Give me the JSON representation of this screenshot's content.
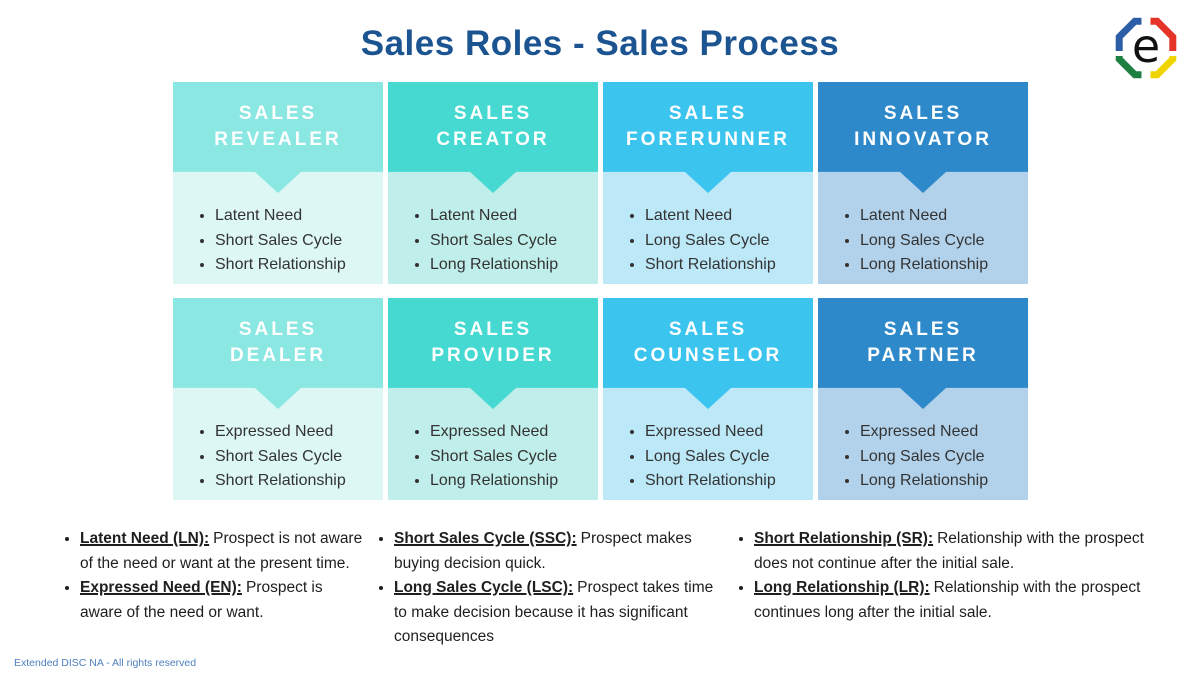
{
  "title": "Sales Roles - Sales Process",
  "logo": {
    "letter": "e",
    "colors": {
      "blue": "#2B5EA7",
      "red": "#E53328",
      "green": "#1E8040",
      "yellow": "#F0D400"
    }
  },
  "colors": {
    "title_text": "#1B5490",
    "card_header_text": "#FFFFFF",
    "card_bullet_text": "#333333",
    "definition_text": "#1E1E1E",
    "footer_text": "#4E81BE"
  },
  "cards": [
    {
      "line1": "SALES",
      "line2": "REVEALER",
      "header_color": "#8BE7E2",
      "body_color": "#DCF7F4",
      "bullets": [
        "Latent Need",
        "Short Sales Cycle",
        "Short Relationship"
      ]
    },
    {
      "line1": "SALES",
      "line2": "CREATOR",
      "header_color": "#45D9D1",
      "body_color": "#C0EFEB",
      "bullets": [
        "Latent Need",
        "Short Sales Cycle",
        "Long Relationship"
      ]
    },
    {
      "line1": "SALES",
      "line2": "FORERUNNER",
      "header_color": "#3AC4EE",
      "body_color": "#BDE8F8",
      "bullets": [
        "Latent Need",
        "Long Sales Cycle",
        "Short Relationship"
      ]
    },
    {
      "line1": "SALES",
      "line2": "INNOVATOR",
      "header_color": "#2E89CA",
      "body_color": "#B2D2EC",
      "bullets": [
        "Latent Need",
        "Long Sales Cycle",
        "Long Relationship"
      ]
    },
    {
      "line1": "SALES",
      "line2": "DEALER",
      "header_color": "#8BE7E2",
      "body_color": "#DCF7F4",
      "bullets": [
        "Expressed Need",
        "Short Sales Cycle",
        "Short Relationship"
      ]
    },
    {
      "line1": "SALES",
      "line2": "PROVIDER",
      "header_color": "#45D9D1",
      "body_color": "#C0EFEB",
      "bullets": [
        "Expressed Need",
        "Short Sales Cycle",
        "Long Relationship"
      ]
    },
    {
      "line1": "SALES",
      "line2": "COUNSELOR",
      "header_color": "#3AC4EE",
      "body_color": "#BDE8F8",
      "bullets": [
        "Expressed Need",
        "Long Sales Cycle",
        "Short Relationship"
      ]
    },
    {
      "line1": "SALES",
      "line2": "PARTNER",
      "header_color": "#2E89CA",
      "body_color": "#B2D2EC",
      "bullets": [
        "Expressed Need",
        "Long Sales Cycle",
        "Long Relationship"
      ]
    }
  ],
  "definitions": {
    "col1": [
      {
        "term": "Latent Need (LN):",
        "text": "Prospect is not aware of the need or want at the present time."
      },
      {
        "term": "Expressed Need (EN):",
        "text": "Prospect is aware of the need or want."
      }
    ],
    "col2": [
      {
        "term": "Short Sales Cycle (SSC):",
        "text": "Prospect makes buying decision quick."
      },
      {
        "term": "Long Sales Cycle (LSC):",
        "text": "Prospect takes time to make decision because it has significant consequences"
      }
    ],
    "col3": [
      {
        "term": "Short Relationship (SR):",
        "text": "Relationship with the prospect does not continue after the initial sale."
      },
      {
        "term": "Long Relationship (LR):",
        "text": "Relationship with the prospect continues long after the initial sale."
      }
    ]
  },
  "footer": "Extended DISC NA - All rights reserved"
}
